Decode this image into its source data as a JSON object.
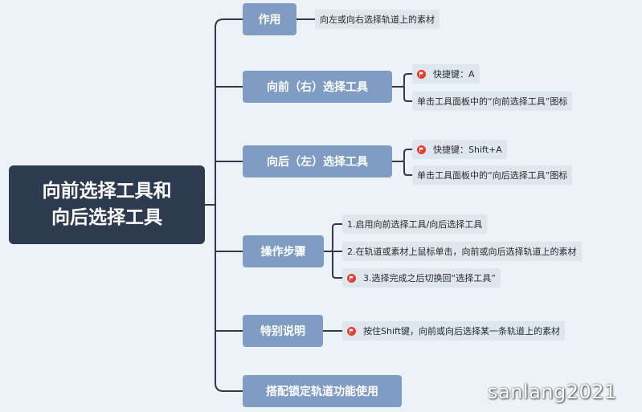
{
  "root": {
    "line1": "向前选择工具和",
    "line2": "向后选择工具"
  },
  "branches": {
    "purpose": {
      "label": "作用",
      "leaves": [
        "向左或向右选择轨道上的素材"
      ]
    },
    "forward": {
      "label": "向前（右）选择工具",
      "leaves": [
        "快捷键：A",
        "单击工具面板中的“向前选择工具”图标"
      ]
    },
    "backward": {
      "label": "向后（左）选择工具",
      "leaves": [
        "快捷键：Shift+A",
        "单击工具面板中的“向后选择工具”图标"
      ]
    },
    "steps": {
      "label": "操作步骤",
      "leaves": [
        "1.启用向前选择工具/向后选择工具",
        "2.在轨道或素材上鼠标单击，向前或向后选择轨道上的素材",
        "3.选择完成之后切换回“选择工具”"
      ]
    },
    "notes": {
      "label": "特别说明",
      "leaves": [
        "按住Shift键，向前或向后选择某一条轨道上的素材"
      ]
    },
    "lock": {
      "label": "搭配锁定轨道功能使用"
    }
  },
  "watermark": "sanlang2021",
  "colors": {
    "background": "#edf2f7",
    "root": "#2d3a4f",
    "branch": "#7f9cc2",
    "leaf": "#dee6ee",
    "connector": "#2d3a4f",
    "flag": "#e63b2e"
  },
  "icons": {
    "marker": "flag-icon"
  }
}
